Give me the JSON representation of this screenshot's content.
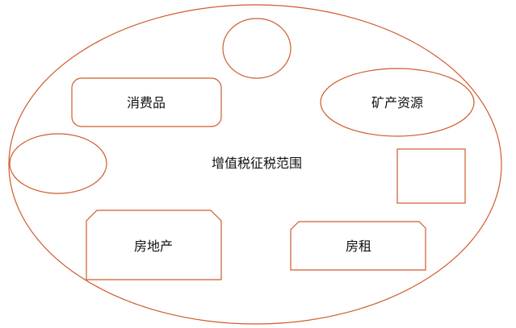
{
  "diagram": {
    "stroke_color": "#d05a2c",
    "center_label": "增值税征税范围",
    "items": {
      "consumer_goods": "消费品",
      "mineral_resources": "矿产资源",
      "real_estate": "房地产",
      "rent": "房租"
    }
  }
}
